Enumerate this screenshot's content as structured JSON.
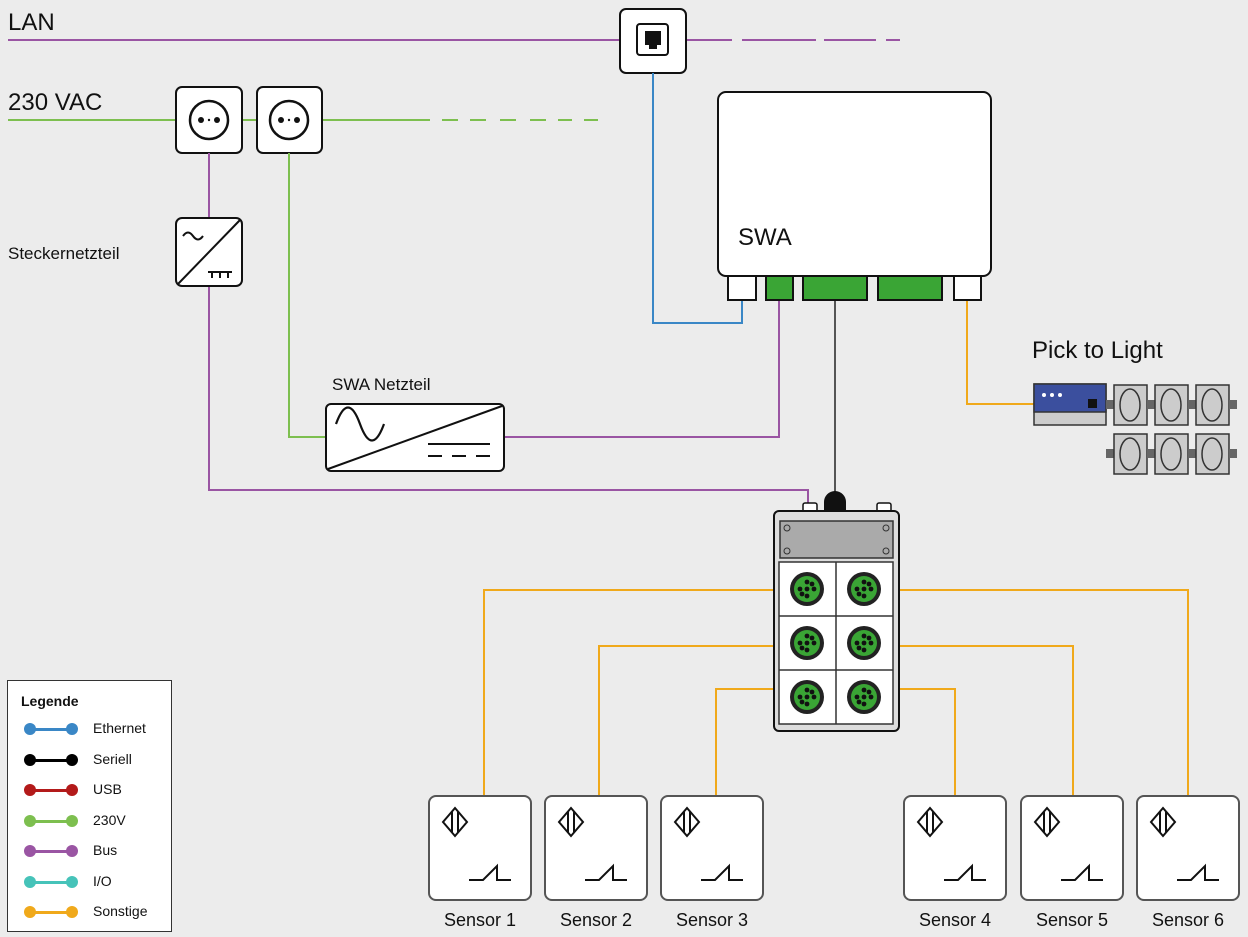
{
  "labels": {
    "lan": "LAN",
    "vac": "230 VAC",
    "steckernetzteil": "Steckernetzteil",
    "swa": "SWA",
    "swa_netzteil": "SWA Netzteil",
    "pick_to_light": "Pick to Light"
  },
  "sensors": [
    "Sensor 1",
    "Sensor 2",
    "Sensor 3",
    "Sensor 4",
    "Sensor 5",
    "Sensor 6"
  ],
  "legend": {
    "title": "Legende",
    "items": [
      {
        "label": "Ethernet",
        "color": "#3a87c6"
      },
      {
        "label": "Seriell",
        "color": "#000000"
      },
      {
        "label": "USB",
        "color": "#b31a1a"
      },
      {
        "label": "230V",
        "color": "#7dbf4f"
      },
      {
        "label": "Bus",
        "color": "#9a55a3"
      },
      {
        "label": "I/O",
        "color": "#46c3b9"
      },
      {
        "label": "Sonstige",
        "color": "#f0a91b"
      }
    ]
  },
  "colors": {
    "lan": "#9a55a3",
    "power": "#7dbf4f",
    "ethernet": "#3a87c6",
    "serial": "#555555",
    "other": "#f0a91b",
    "connector_green": "#3aa535",
    "ptl_blue": "#3b4f9e"
  }
}
